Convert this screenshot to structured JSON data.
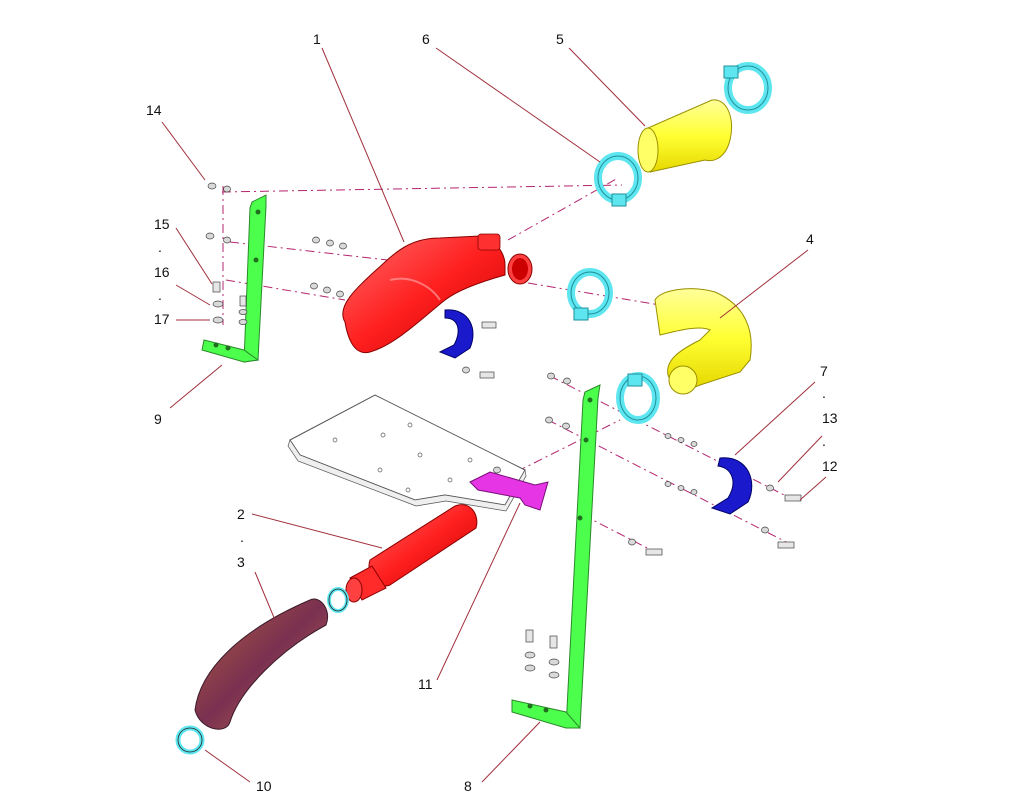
{
  "callouts": {
    "c1": "1",
    "c2": "2",
    "c2_dot": ".",
    "c3": "3",
    "c4": "4",
    "c5": "5",
    "c6": "6",
    "c7": "7",
    "c7_dot": ".",
    "c8": "8",
    "c9": "9",
    "c10": "10",
    "c11": "11",
    "c12": "12",
    "c13": "13",
    "c13_dot": ".",
    "c14": "14",
    "c15": "15",
    "c15_dot": ".",
    "c16": "16",
    "c16_dot": ".",
    "c17": "17"
  },
  "colors": {
    "pipe_red": "#ff1f1f",
    "hose_yellow": "#ffff33",
    "clamp_cyan": "#5ee6f0",
    "bracket_green": "#4cff4c",
    "strap_blue": "#1a1acc",
    "mount_magenta": "#e535e5",
    "flex_hose_brown": "#8a3a5a",
    "plate_white": "#ffffff",
    "leader_line": "#a0303c",
    "axis_line": "#b4246e"
  }
}
